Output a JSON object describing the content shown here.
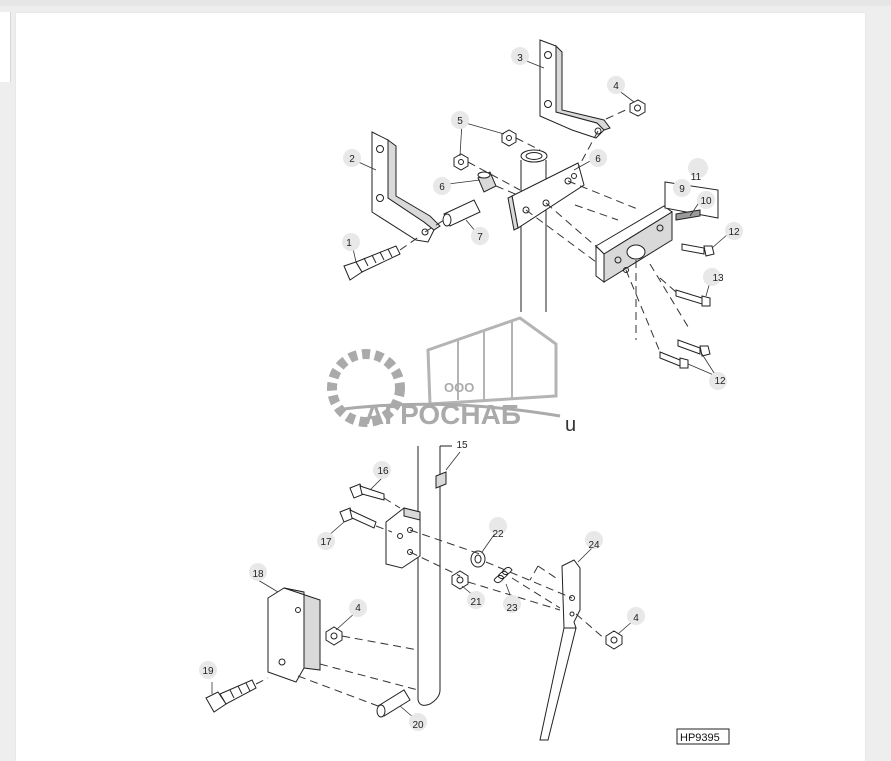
{
  "figure_id": "HP9395",
  "callouts": [
    {
      "n": "1"
    },
    {
      "n": "2"
    },
    {
      "n": "3"
    },
    {
      "n": "4"
    },
    {
      "n": "5"
    },
    {
      "n": "6"
    },
    {
      "n": "6"
    },
    {
      "n": "7"
    },
    {
      "n": "9"
    },
    {
      "n": "10"
    },
    {
      "n": "11"
    },
    {
      "n": "12"
    },
    {
      "n": "13"
    },
    {
      "n": "12"
    },
    {
      "n": "16"
    },
    {
      "n": "17"
    },
    {
      "n": "18"
    },
    {
      "n": "4"
    },
    {
      "n": "19"
    },
    {
      "n": "20"
    },
    {
      "n": "21"
    },
    {
      "n": "22"
    },
    {
      "n": "23"
    },
    {
      "n": "24"
    },
    {
      "n": "4"
    },
    {
      "n": "15"
    }
  ],
  "watermark": {
    "company_prefix": "ООО",
    "company_name": "АГРОСНАБ",
    "suffix": "u"
  }
}
